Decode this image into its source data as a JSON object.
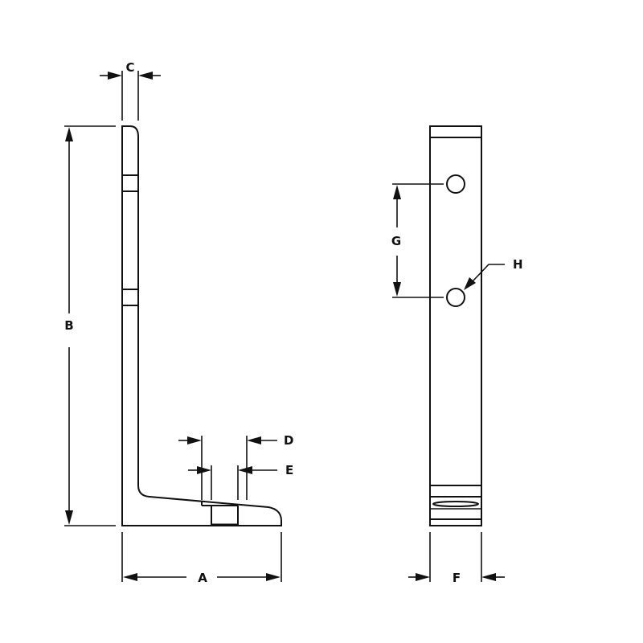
{
  "diagram": {
    "title": "L-bracket technical drawing (side and front views)",
    "stroke_color": "#111111",
    "background": "#ffffff",
    "views": [
      {
        "name": "side-view",
        "description": "L-shaped bracket profile with vertical leg, foot and two square holes in vertical leg"
      },
      {
        "name": "front-view",
        "description": "Vertical strip with two round holes and a slot at the bottom"
      }
    ],
    "dimensions": {
      "A": {
        "label": "A",
        "meaning": "foot length"
      },
      "B": {
        "label": "B",
        "meaning": "overall height"
      },
      "C": {
        "label": "C",
        "meaning": "leg thickness"
      },
      "D": {
        "label": "D",
        "meaning": "outer hole width on foot"
      },
      "E": {
        "label": "E",
        "meaning": "inner hole width on foot"
      },
      "F": {
        "label": "F",
        "meaning": "bracket width"
      },
      "G": {
        "label": "G",
        "meaning": "hole spacing"
      },
      "H": {
        "label": "H",
        "meaning": "hole diameter"
      }
    }
  }
}
